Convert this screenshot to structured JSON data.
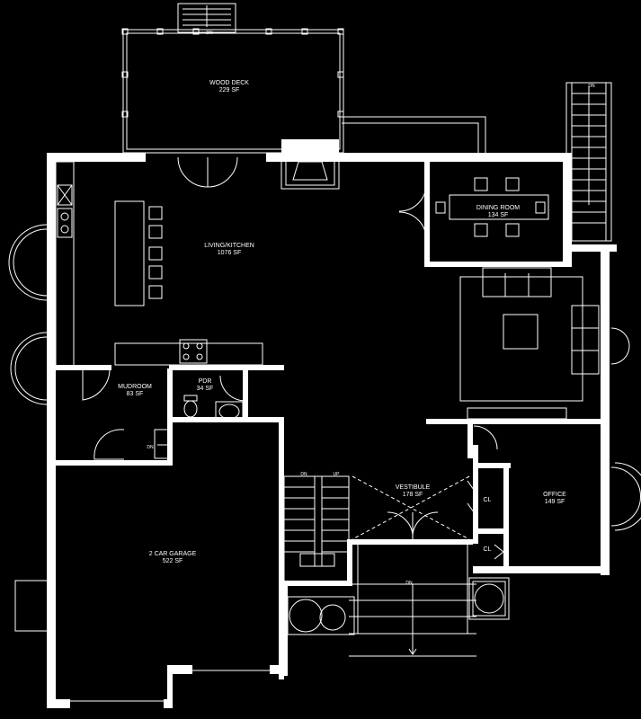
{
  "rooms": {
    "wood_deck": {
      "name": "WOOD DECK",
      "area": "229 SF"
    },
    "living_kitchen": {
      "name": "LIVING/KITCHEN",
      "area": "1076 SF"
    },
    "dining_room": {
      "name": "DINING ROOM",
      "area": "134 SF"
    },
    "mudroom": {
      "name": "MUDROOM",
      "area": "83 SF"
    },
    "pdr": {
      "name": "PDR",
      "area": "34 SF"
    },
    "vestibule": {
      "name": "VESTIBULE",
      "area": "178 SF"
    },
    "office": {
      "name": "OFFICE",
      "area": "149 SF"
    },
    "garage": {
      "name": "2 CAR GARAGE",
      "area": "522 SF"
    }
  },
  "closets": {
    "cl_1": "CL",
    "cl_2": "CL"
  },
  "stairs": {
    "deck_stair": "DN",
    "right_stair": "DN",
    "garage_step": "DN",
    "main_stair_down": "DN",
    "main_stair_up": "UP",
    "front_steps": "DN"
  },
  "colors": {
    "background": "#000000",
    "lines": "#ffffff"
  }
}
